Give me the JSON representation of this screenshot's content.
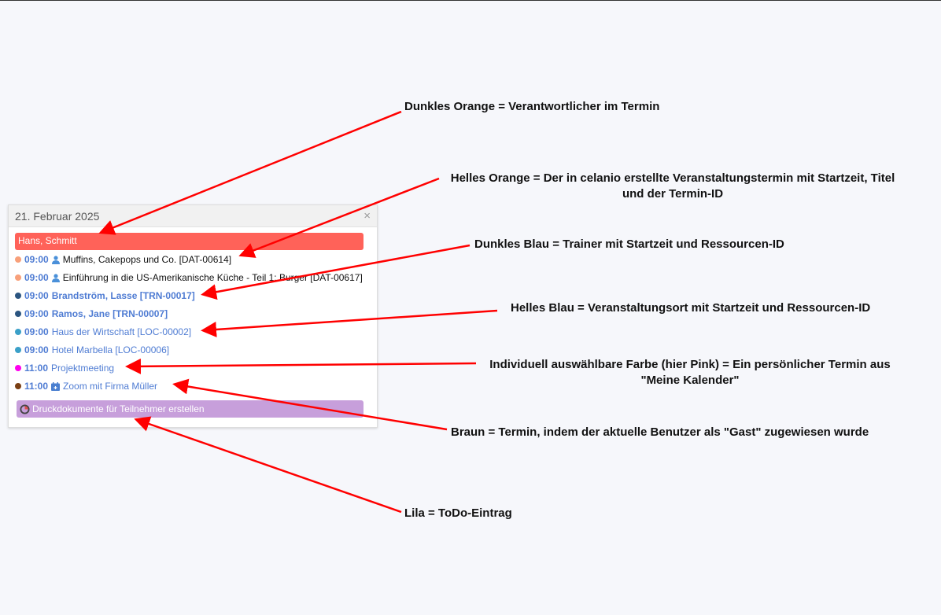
{
  "popup": {
    "date": "21. Februar 2025",
    "close": "×",
    "responsible": "Hans, Schmitt",
    "events": [
      {
        "time": "09:00",
        "icon": "user-icon",
        "title": "Muffins, Cakepops und Co. [DAT-00614]",
        "color": "#f8a07a",
        "style": "t"
      },
      {
        "time": "09:00",
        "icon": "user-icon",
        "title": "Einführung in die US-Amerikanische Küche - Teil 1: Burger [DAT-00617]",
        "color": "#f8a07a",
        "style": "t"
      },
      {
        "time": "09:00",
        "title": "Brandström, Lasse [TRN-00017]",
        "color": "#2b5580",
        "style": "b bold"
      },
      {
        "time": "09:00",
        "title": "Ramos, Jane [TRN-00007]",
        "color": "#2b5580",
        "style": "b bold"
      },
      {
        "time": "09:00",
        "title": "Haus der Wirtschaft [LOC-00002]",
        "color": "#3ba0c8",
        "style": "b"
      },
      {
        "time": "09:00",
        "title": "Hotel Marbella [LOC-00006]",
        "color": "#3ba0c8",
        "style": "b"
      },
      {
        "time": "11:00",
        "title": "Projektmeeting",
        "color": "#ff00ee",
        "style": "b"
      },
      {
        "time": "11:00",
        "icon": "calendar-icon",
        "title": "Zoom mit Firma Müller",
        "color": "#7a3f14",
        "style": "b"
      }
    ],
    "todo": "Druckdokumente für Teilnehmer erstellen"
  },
  "annotations": [
    "Dunkles Orange = Verantwortlicher im Termin",
    "Helles Orange = Der in celanio erstellte Veranstaltungstermin mit Startzeit, Titel und der Termin-ID",
    "Dunkles Blau = Trainer mit Startzeit und Ressourcen-ID",
    "Helles Blau = Veranstaltungsort mit Startzeit und Ressourcen-ID",
    "Individuell auswählbare Farbe (hier Pink) = Ein persönlicher Termin aus \"Meine Kalender\"",
    "Braun = Termin, indem der aktuelle Benutzer als \"Gast\" zugewiesen wurde",
    "Lila = ToDo-Eintrag"
  ],
  "colors": {
    "arrow": "#ff0000",
    "responsible": "#ff6259",
    "todo": "#c79fdb"
  }
}
